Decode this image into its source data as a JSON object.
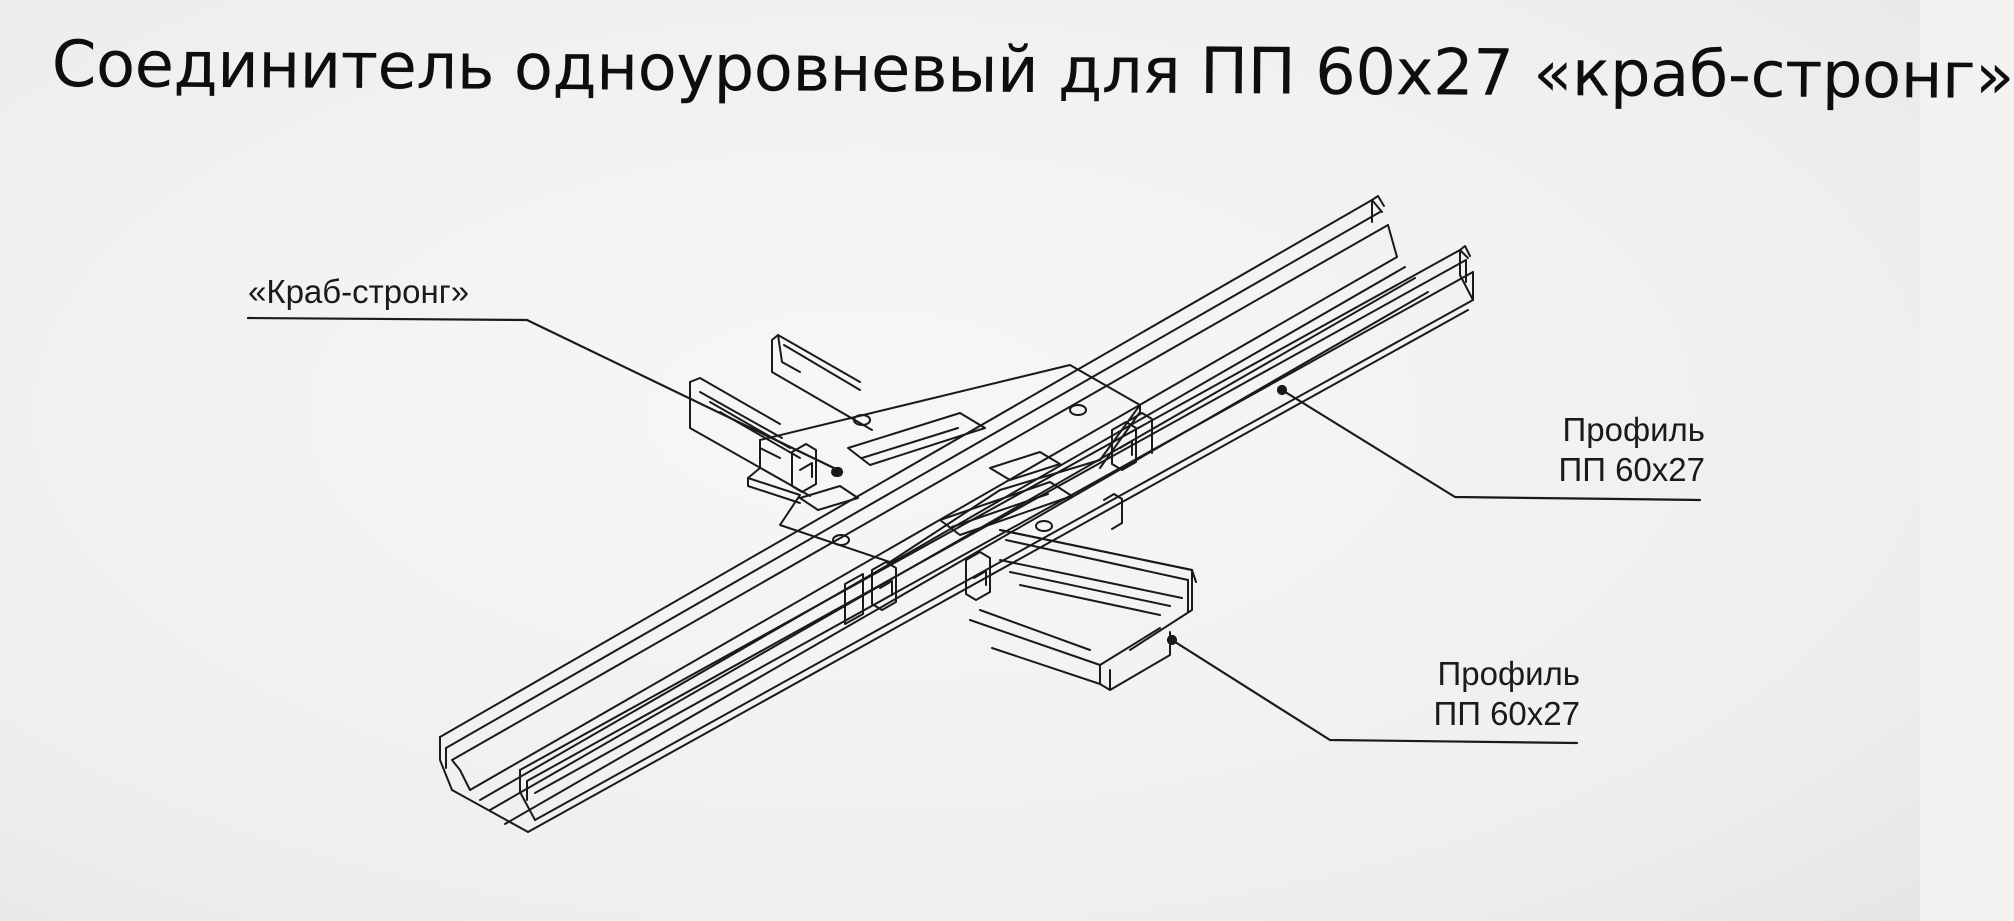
{
  "title": "Соединитель одноуровневый для ПП 60x27 «краб-стронг»",
  "callouts": {
    "connector": {
      "text": "«Краб-стронг»"
    },
    "profile_upper": {
      "line1": "Профиль",
      "line2": "ПП 60x27"
    },
    "profile_lower": {
      "line1": "Профиль",
      "line2": "ПП 60x27"
    }
  },
  "colors": {
    "background": "#f2f2f0",
    "ink": "#111111"
  }
}
